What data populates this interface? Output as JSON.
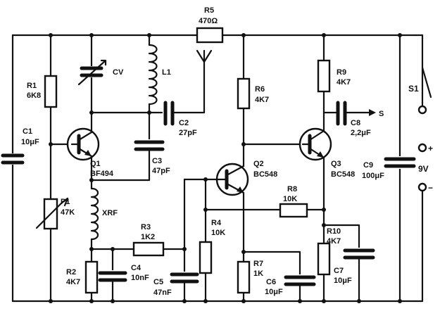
{
  "components": {
    "r5": {
      "name": "R5",
      "value": "470Ω"
    },
    "r1": {
      "name": "R1",
      "value": "6K8"
    },
    "cv": {
      "name": "CV"
    },
    "l1": {
      "name": "L1"
    },
    "c2": {
      "name": "C2",
      "value": "27pF"
    },
    "r6": {
      "name": "R6",
      "value": "4K7"
    },
    "r9": {
      "name": "R9",
      "value": "4K7"
    },
    "s1": {
      "name": "S1"
    },
    "c8": {
      "name": "C8",
      "value": "2,2μF",
      "output": "S"
    },
    "c1": {
      "name": "C1",
      "value": "10μF"
    },
    "q1": {
      "name": "Q1",
      "part": "BF494"
    },
    "c3": {
      "name": "C3",
      "value": "47pF"
    },
    "q2": {
      "name": "Q2",
      "part": "BC548"
    },
    "q3": {
      "name": "Q3",
      "part": "BC548"
    },
    "c9": {
      "name": "C9",
      "value": "100μF"
    },
    "battery": {
      "plus": "+",
      "voltage": "9V",
      "minus": "−"
    },
    "p1": {
      "name": "P1",
      "value": "47K"
    },
    "xrf": {
      "name": "XRF"
    },
    "r8": {
      "name": "R8",
      "value": "10K"
    },
    "r3": {
      "name": "R3",
      "value": "1K2"
    },
    "r4": {
      "name": "R4",
      "value": "10K"
    },
    "r10": {
      "name": "R10",
      "value": "4K7"
    },
    "r2": {
      "name": "R2",
      "value": "4K7"
    },
    "c4": {
      "name": "C4",
      "value": "10nF"
    },
    "c5": {
      "name": "C5",
      "value": "47nF"
    },
    "r7": {
      "name": "R7",
      "value": "1K"
    },
    "c6": {
      "name": "C6",
      "value": "10μF"
    },
    "c7": {
      "name": "C7",
      "value": "10μF"
    }
  }
}
